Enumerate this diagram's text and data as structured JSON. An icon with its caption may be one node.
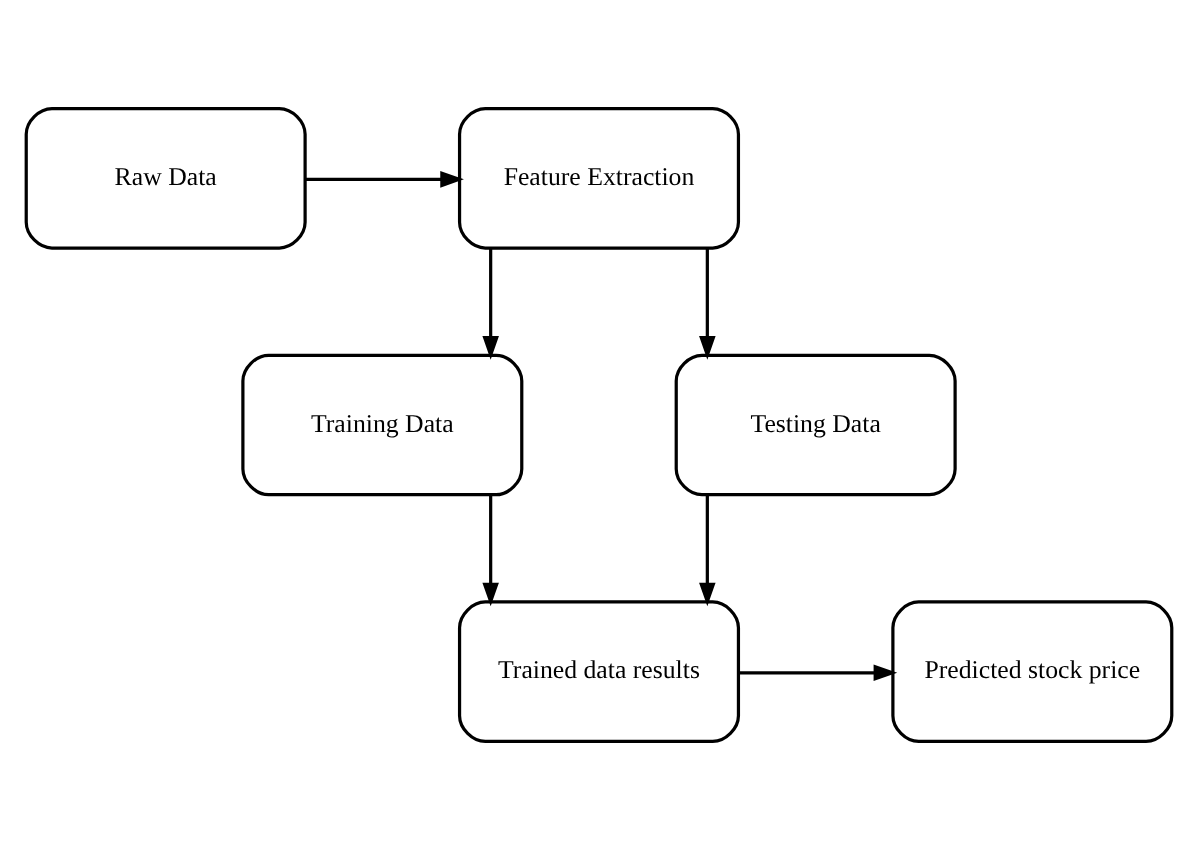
{
  "diagram": {
    "nodes": [
      {
        "text": [
          "Raw Data"
        ]
      },
      {
        "text": [
          "Feature Extraction"
        ]
      },
      {
        "text": [
          "Training Data"
        ]
      },
      {
        "text": [
          "Testing Data"
        ]
      },
      {
        "text": [
          "Trained data results"
        ]
      },
      {
        "text": [
          "Predicted stock price"
        ]
      }
    ],
    "edges": [
      {
        "from": 0,
        "to": 1,
        "arrow": "to"
      },
      {
        "from": 1,
        "to": 2,
        "arrow": "to"
      },
      {
        "from": 1,
        "to": 3,
        "arrow": "to"
      },
      {
        "from": 2,
        "to": 4,
        "arrow": "to"
      },
      {
        "from": 3,
        "to": 4,
        "arrow": "to"
      },
      {
        "from": 4,
        "to": 5,
        "arrow": "to"
      }
    ]
  }
}
